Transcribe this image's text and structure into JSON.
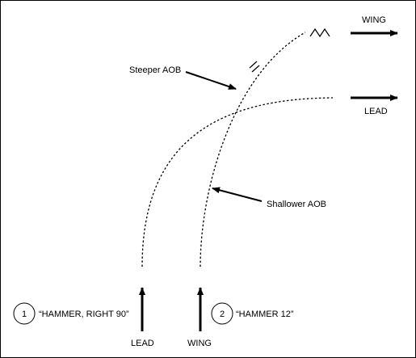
{
  "labels": {
    "wing_top": "WING",
    "lead_top": "LEAD",
    "steeper": "Steeper AOB",
    "shallower": "Shallower AOB",
    "lead_bottom": "LEAD",
    "wing_bottom": "WING"
  },
  "calls": [
    {
      "number": "1",
      "text": "“HAMMER, RIGHT 90”"
    },
    {
      "number": "2",
      "text": "“HAMMER 12”"
    }
  ]
}
